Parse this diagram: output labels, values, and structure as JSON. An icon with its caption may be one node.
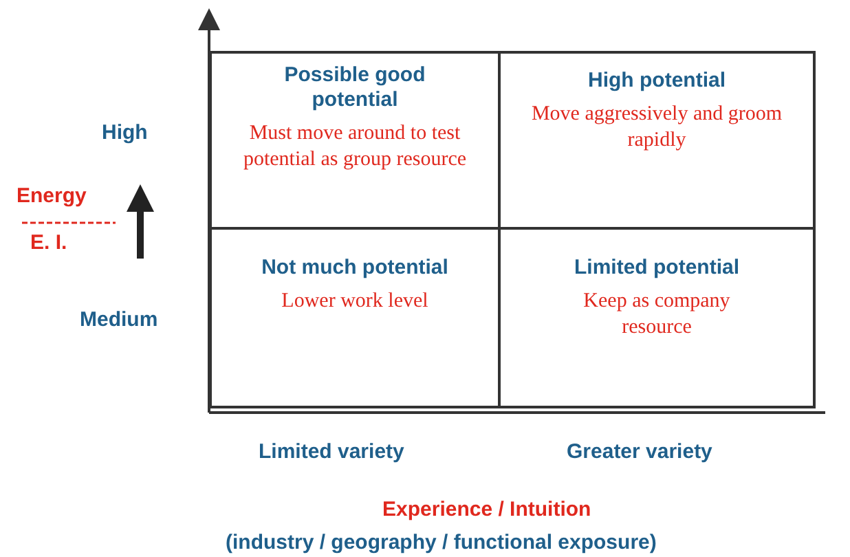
{
  "diagram": {
    "nodes": [
      {
        "text": [
          "Possible good potential",
          "Must move around to test potential as group resource"
        ]
      },
      {
        "text": [
          "High potential",
          "Move aggressively and groom rapidly"
        ]
      },
      {
        "text": [
          "Not much potential",
          "Lower work level"
        ]
      },
      {
        "text": [
          "Limited potential",
          "Keep as company resource"
        ]
      }
    ],
    "labels": [
      "High",
      "Energy",
      "E. I.",
      "Medium",
      "Limited variety",
      "Greater variety",
      "Experience / Intuition",
      "(industry / geography / functional exposure)"
    ]
  }
}
